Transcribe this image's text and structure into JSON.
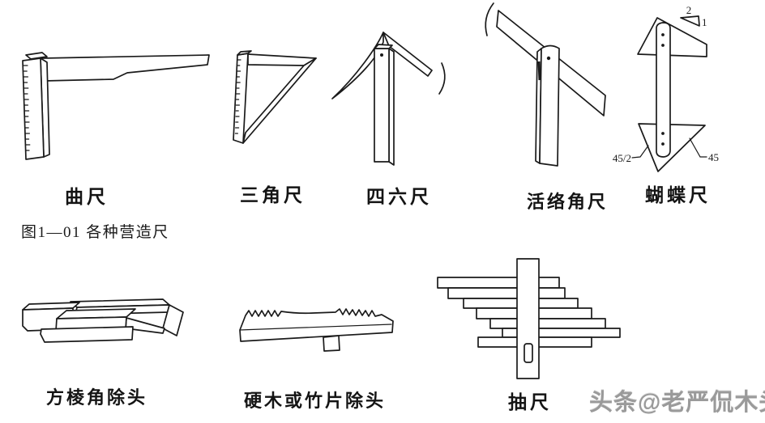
{
  "figure": {
    "caption": "图1—01 各种营造尺",
    "top_row": [
      {
        "id": "qu-chi",
        "label": "曲尺"
      },
      {
        "id": "san-jiao-chi",
        "label": "三角尺"
      },
      {
        "id": "si-liu-chi",
        "label": "四六尺"
      },
      {
        "id": "huo-luo-jiao-chi",
        "label": "活络角尺"
      },
      {
        "id": "hu-die-chi",
        "label": "蝴蝶尺",
        "annotations": {
          "run": "2",
          "rise": "1",
          "left_mark": "45/2",
          "right_mark": "45"
        }
      }
    ],
    "bottom_row": [
      {
        "id": "fang-leng-jiao-chu-tou",
        "label": "方棱角除头"
      },
      {
        "id": "ying-mu-huo-zhu-pian-chu-tou",
        "label": "硬木或竹片除头"
      },
      {
        "id": "chou-chi",
        "label": "抽尺"
      }
    ],
    "watermark": "头条@老严侃木头"
  },
  "colors": {
    "ink": "#1a1a1a",
    "background": "#ffffff",
    "watermark_gray": "#9a9a9a"
  }
}
